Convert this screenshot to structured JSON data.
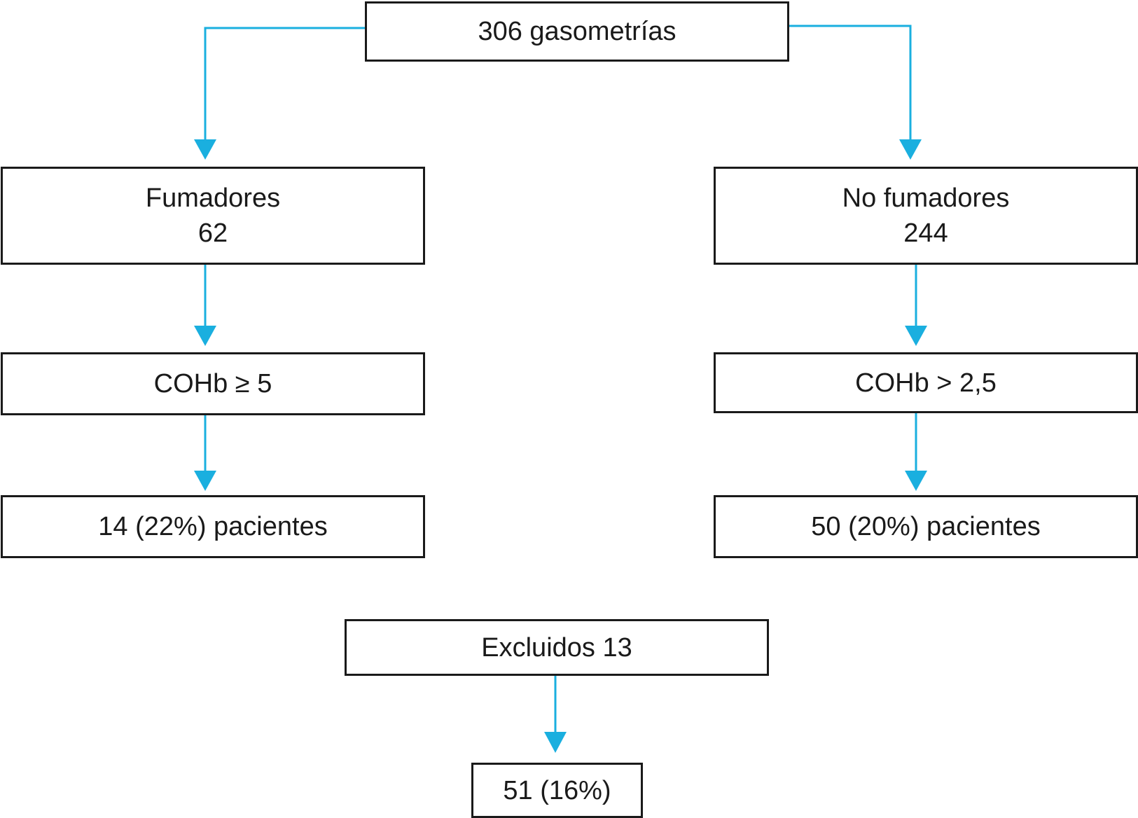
{
  "colors": {
    "arrow": "#1aafdf",
    "box_border": "#1a1a1a",
    "text": "#1a1a1a"
  },
  "flowchart": {
    "total": "306 gasometrías",
    "smokers": {
      "label": "Fumadores",
      "count": "62",
      "criterion": "COHb ≥ 5",
      "patients": "14 (22%) pacientes"
    },
    "non_smokers": {
      "label": "No fumadores",
      "count": "244",
      "criterion": "COHb > 2,5",
      "patients": "50 (20%) pacientes"
    },
    "excluded": "Excluidos 13",
    "final": "51 (16%)"
  }
}
